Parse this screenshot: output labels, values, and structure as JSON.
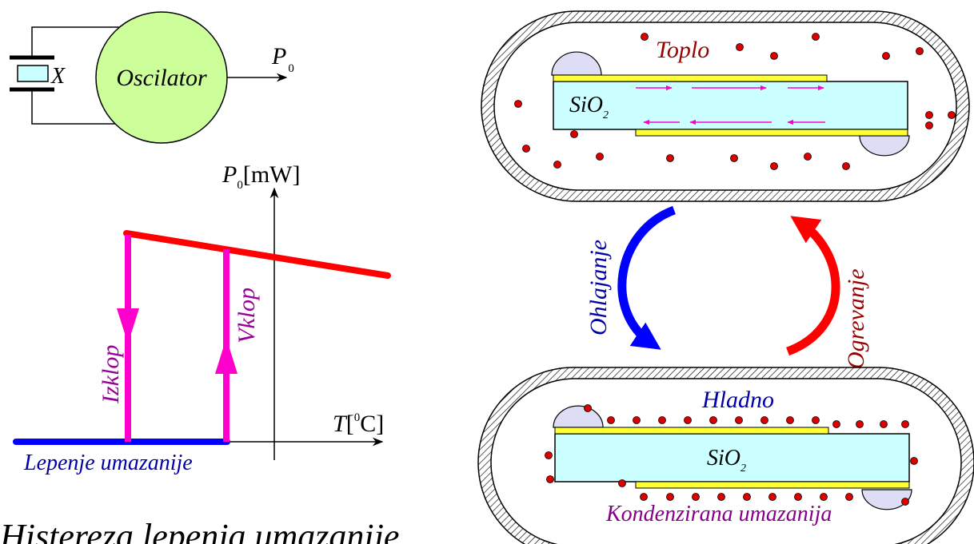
{
  "oscillator": {
    "crystal_label": "X",
    "body_label": "Oscilator",
    "output_symbol": "P",
    "output_subscript": "0"
  },
  "graph": {
    "y_symbol": "P",
    "y_subscript": "0",
    "y_unit": "[mW]",
    "x_symbol": "T",
    "x_unit_open": "[",
    "x_unit_sup": "0",
    "x_unit_rest": "C]",
    "off_label": "Izklop",
    "on_label": "Vklop",
    "low_state_label": "Lepenje umazanije",
    "colors": {
      "upper": "#ff0000",
      "lower": "#0000ff",
      "switch": "#ff00cc"
    }
  },
  "title": "Histereza lepenja umazanije",
  "warm_state": {
    "label": "Toplo",
    "material": "SiO",
    "material_sub": "2"
  },
  "cold_state": {
    "label": "Hladno",
    "material": "SiO",
    "material_sub": "2",
    "bottom_label": "Kondenzirana umazanija"
  },
  "transitions": {
    "cooling": "Ohlajanje",
    "heating": "Ogrevanje"
  }
}
